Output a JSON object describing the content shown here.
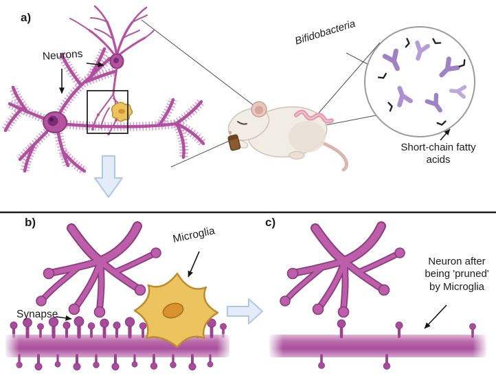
{
  "figure": {
    "panel_a": {
      "label": "a)",
      "neurons_label": "Neurons",
      "bifidobacteria_label": "Bifidobacteria",
      "scfa_label": "Short-chain fatty acids"
    },
    "panel_b": {
      "label": "b)",
      "microglia_label": "Microglia",
      "synapse_label": "Synapse"
    },
    "panel_c": {
      "label": "c)",
      "pruned_label": "Neuron after being 'pruned' by Microglia"
    }
  },
  "illustrations": [
    "pyramidal-neuron",
    "spiny-multipolar-neuron",
    "axon-terminal-zoom-box",
    "small-microglia-blob",
    "mouse",
    "mouse-gut",
    "gut-magnification-circle",
    "bifidobacteria-y-shapes",
    "short-chain-fatty-acid-marks",
    "down-zoom-arrow",
    "dendrite-tree",
    "microglia-cell",
    "synaptic-spine-band",
    "right-transition-arrow",
    "pruned-spine-band"
  ],
  "colors": {
    "background": "#ffffff",
    "neuron_purple": "#b4539f",
    "neuron_outline": "#8c3a7e",
    "dendrite_tree": "#bc5ea9",
    "synapse_band_dark": "#a8509c",
    "synapse_band_light": "#ddb5d7",
    "microglia_yellow": "#ebc45f",
    "microglia_outline": "#bd8c2f",
    "microglia_nucleus": "#d8922e",
    "bacteria_purple": "#9f82c4",
    "scfa_black": "#222222",
    "mouse_body": "#f1ece4",
    "mouse_gut_pink": "#e29ab2",
    "flow_arrow_fill": "#e3ecf8",
    "flow_arrow_stroke": "#aec7e6",
    "divider_black": "#1c1c1c"
  }
}
